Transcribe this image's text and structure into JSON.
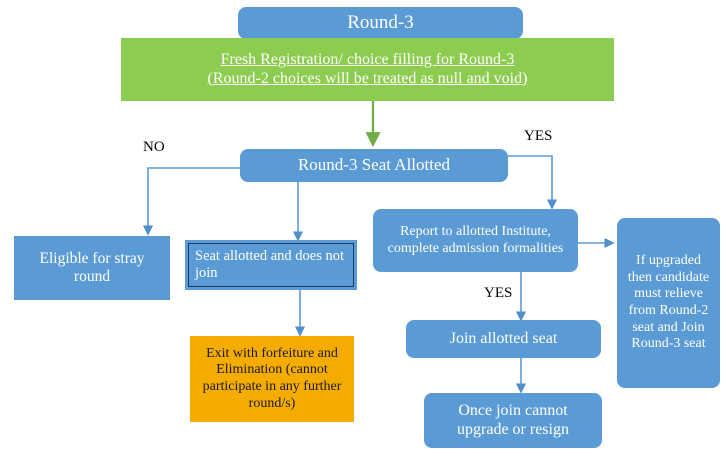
{
  "diagram": {
    "title_fragment": "",
    "colors": {
      "blue": "#5B9BD5",
      "green": "#8CCC4F",
      "orange": "#F5AC00",
      "connector": "#5B9BD5",
      "green_connector": "#70AD47",
      "dark_border": "#1F3864",
      "text_light": "#FFFFFF",
      "text_dark": "#000000",
      "background": "#FFFFFF"
    },
    "nodes": {
      "round3_header": "Round-3",
      "fresh_registration_line1": "Fresh Registration/ choice filling for Round-3",
      "fresh_registration_line2": "(Round-2 choices will be treated as null and void)",
      "seat_allotted_decision": "Round-3 Seat Allotted",
      "eligible_stray": "Eligible for stray round",
      "seat_not_join": "Seat allotted and does not join",
      "exit_forfeiture": "Exit with forfeiture and Elimination (cannot participate in any further round/s)",
      "report_institute": "Report to allotted Institute, complete admission formalities",
      "join_allotted_seat": "Join allotted seat",
      "once_join": "Once join cannot upgrade or resign",
      "if_upgraded": "If upgraded then candidate must relieve from Round-2 seat and Join Round-3 seat"
    },
    "edge_labels": {
      "no": "NO",
      "yes_right": "YES",
      "yes_bottom": "YES"
    }
  }
}
